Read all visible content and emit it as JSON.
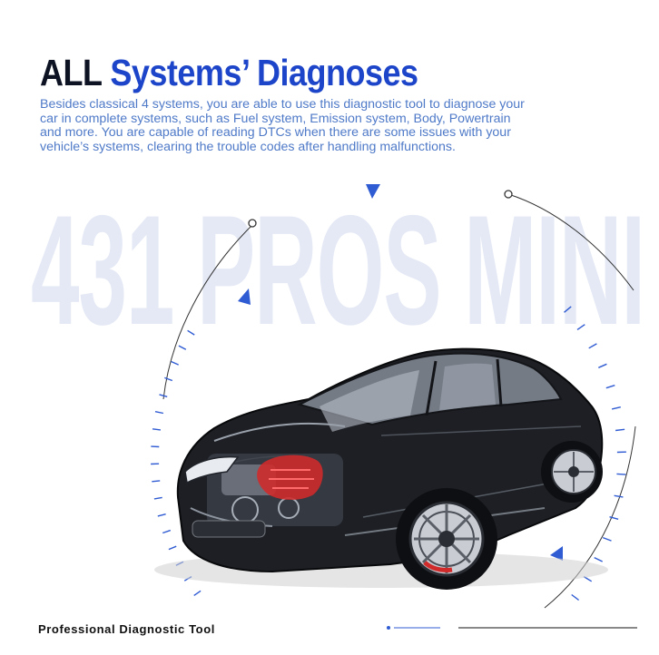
{
  "headline": {
    "part1": "ALL",
    "part2": "Systems’",
    "part3": "Diagnoses"
  },
  "description": "Besides classical 4 systems, you are able to use this diagnostic tool to diagnose your car in complete systems, such as Fuel system, Emission system, Body, Powertrain and more. You are capable of reading DTCs when there are some issues with your vehicle’s systems, clearing the trouble codes after handling malfunctions.",
  "watermark": "431 PROS MINI",
  "footer": {
    "label": "Professional Diagnostic Tool"
  },
  "colors": {
    "headline_dark": "#0d1323",
    "headline_blue": "#1d45c9",
    "description_text": "#4f7ac8",
    "watermark": "#e4e9f5",
    "accent_blue": "#2f5bd3",
    "engine_red": "#d12a2a"
  },
  "illustration": {
    "subject": "x-ray-car-icon"
  }
}
